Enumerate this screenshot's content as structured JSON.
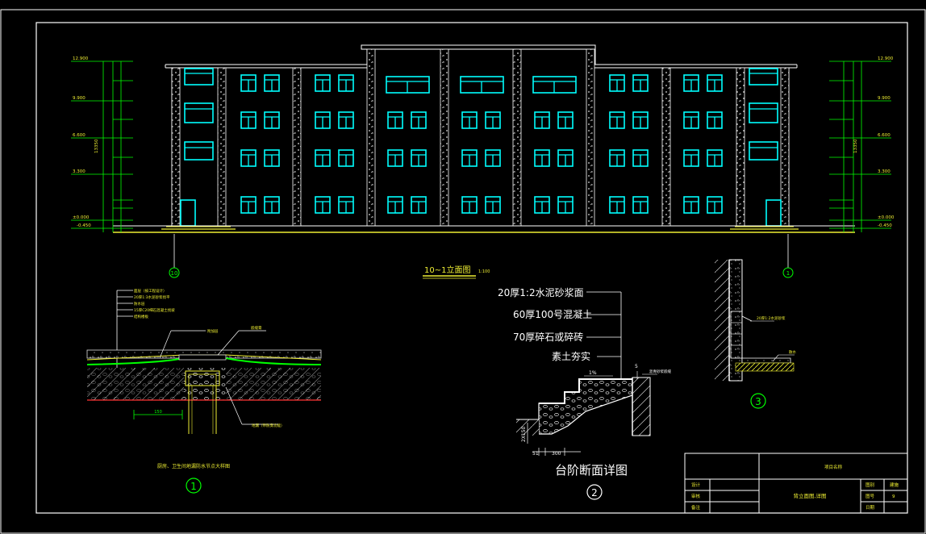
{
  "elevation": {
    "title": "10~1立面图",
    "scale": "1:100",
    "axis_left": "10",
    "axis_right": "1",
    "levels_left": [
      "12.900",
      "9.900",
      "6.600",
      "3.300",
      "±0.000",
      "-0.450"
    ],
    "levels_right": [
      "12.900",
      "9.900",
      "6.600",
      "3.300",
      "±0.000",
      "-0.450"
    ],
    "total_height": "13350"
  },
  "detail1": {
    "number": "1",
    "caption": "厨房、卫生间地漏防水节点大样图",
    "dimension": "150",
    "layers": [
      "面层（按工程设计）",
      "20厚1:3水泥砂浆找平",
      "防水层",
      "15厚C20细石混凝土找坡",
      "结构楼板"
    ],
    "label_a": "附加层",
    "label_b": "嵌缝膏",
    "label_c": "地漏（带防臭功能）"
  },
  "detail2": {
    "number": "2",
    "caption": "台阶断面详图",
    "layers": [
      "20厚1:2水泥砂浆面",
      "60厚100号混凝土",
      "70厚碎石或碎砖",
      "素土夯实"
    ],
    "slope": "1%",
    "dim_a": "5",
    "dim_b": "51",
    "dim_c": "300",
    "dim_d": "2X150",
    "note": "沥青砂浆嵌缝"
  },
  "detail3": {
    "number": "3",
    "label_a": "20厚1:2水泥砂浆",
    "label_b": "散水"
  },
  "titleblock": {
    "row_labels": [
      "设计",
      "审核",
      "备注"
    ],
    "project_label": "项目名称",
    "drawing_name": "背立面图,详图",
    "field_1": "图别",
    "field_1_value": "建施",
    "field_2": "图号",
    "field_2_value": "9",
    "field_3": "日期"
  }
}
